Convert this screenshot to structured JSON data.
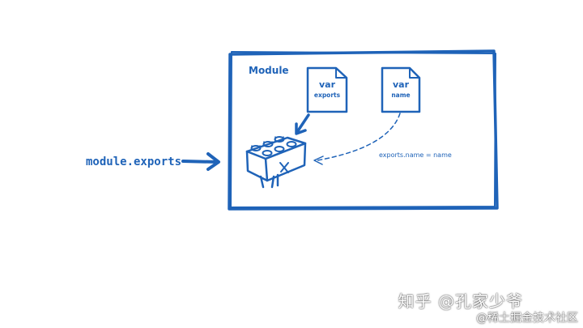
{
  "colors": {
    "ink": "#1f63b8",
    "paper": "#ffffff"
  },
  "diagram": {
    "module_label": "Module",
    "left_label": "module.exports",
    "file_exports": {
      "line1": "var",
      "line2": "exports"
    },
    "file_name": {
      "line1": "var",
      "line2": "name"
    },
    "assignment_label": "exports.name = name"
  },
  "icons": {
    "block": "lego-brick-icon",
    "file": "document-icon"
  },
  "watermark": {
    "line1": "知乎 @孔家少爷",
    "line2": "@稀土掘金技术社区"
  }
}
